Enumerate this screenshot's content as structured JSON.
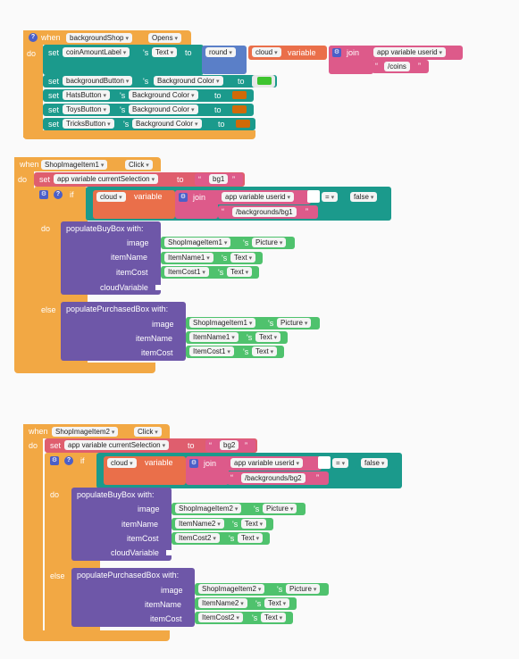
{
  "block1": {
    "when": "when",
    "component": "backgroundShop",
    "event": "Opens",
    "do": "do",
    "set": "set",
    "to": "to",
    "s": "'s",
    "label_comp": "coinAmountLabel",
    "text_prop": "Text",
    "round": "round",
    "cloud": "cloud",
    "variable": "variable",
    "join": "join",
    "app_userid": "app variable userid",
    "coins": "/coins",
    "bg_button": "backgroundButton",
    "hats_button": "HatsButton",
    "toys_button": "ToysButton",
    "tricks_button": "TricksButton",
    "bg_color": "Background Color",
    "green_color": "#3ec42f",
    "orange_color": "#d16a08"
  },
  "block2": {
    "when": "when",
    "component": "ShopImageItem1",
    "event": "Click",
    "do": "do",
    "set": "set",
    "var": "app variable currentSelection",
    "to": "to",
    "value": "bg1",
    "if": "if",
    "cloud": "cloud",
    "variable": "variable",
    "join": "join",
    "app_userid": "app variable userid",
    "path": "/backgrounds/bg1",
    "eq": "=",
    "false": "false",
    "do2": "do",
    "buy": "populateBuyBox  with:",
    "image": "image",
    "itemName": "itemName",
    "itemCost": "itemCost",
    "cloudVariable": "cloudVariable",
    "img_comp": "ShopImageItem1",
    "picture": "Picture",
    "name_comp": "ItemName1",
    "cost_comp": "ItemCost1",
    "text": "Text",
    "s": "'s",
    "else": "else",
    "purchased": "populatePurchasedBox  with:"
  },
  "block3": {
    "when": "when",
    "component": "ShopImageItem2",
    "event": "Click",
    "do": "do",
    "set": "set",
    "var": "app variable currentSelection",
    "to": "to",
    "value": "bg2",
    "if": "if",
    "cloud": "cloud",
    "variable": "variable",
    "join": "join",
    "app_userid": "app variable userid",
    "path": "/backgrounds/bg2",
    "eq": "=",
    "false": "false",
    "do2": "do",
    "buy": "populateBuyBox  with:",
    "image": "image",
    "itemName": "itemName",
    "itemCost": "itemCost",
    "cloudVariable": "cloudVariable",
    "img_comp": "ShopImageItem2",
    "picture": "Picture",
    "name_comp": "ItemName2",
    "cost_comp": "ItemCost2",
    "text": "Text",
    "s": "'s",
    "else": "else",
    "purchased": "populatePurchasedBox  with:"
  }
}
